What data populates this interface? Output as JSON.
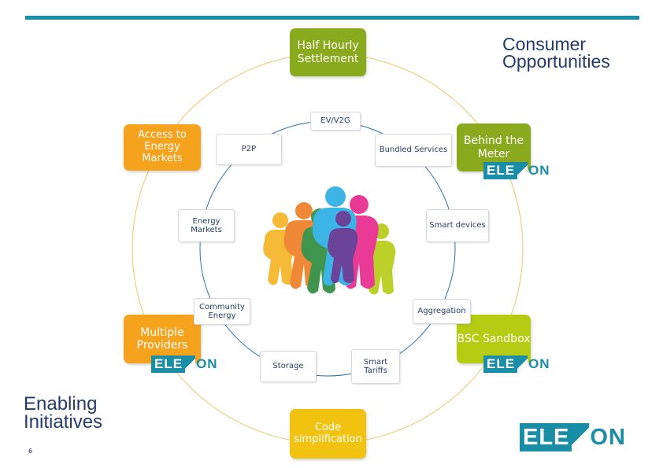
{
  "colors": {
    "accent": "#1a8ea6",
    "navy": "#233b6a",
    "olive": "#8aaa1e",
    "orange": "#f5a21c",
    "lime": "#b4cc12",
    "gold": "#f1c20f"
  },
  "headings": {
    "consumer": "Consumer Opportunities",
    "enabling": "Enabling Initiatives"
  },
  "outer_boxes": {
    "half_hourly": "Half Hourly Settlement",
    "access": "Access to Energy Markets",
    "behind_meter": "Behind the Meter",
    "multiple": "Multiple Providers",
    "bsc_sandbox": "BSC Sandbox",
    "code": "Code simplification"
  },
  "inner_boxes": {
    "ev": "EV/V2G",
    "p2p": "P2P",
    "bundled": "Bundled Services",
    "energy_markets": "Energy Markets",
    "smart_devices": "Smart devices",
    "community": "Community Energy",
    "aggregation": "Aggregation",
    "storage": "Storage",
    "smart_tariffs": "Smart Tariffs"
  },
  "logo": {
    "left": "ELE",
    "right": "ON",
    "icon": "elexon-x-logo-icon"
  },
  "center_graphic": {
    "icon": "people-group-icon"
  },
  "page_number": "6"
}
